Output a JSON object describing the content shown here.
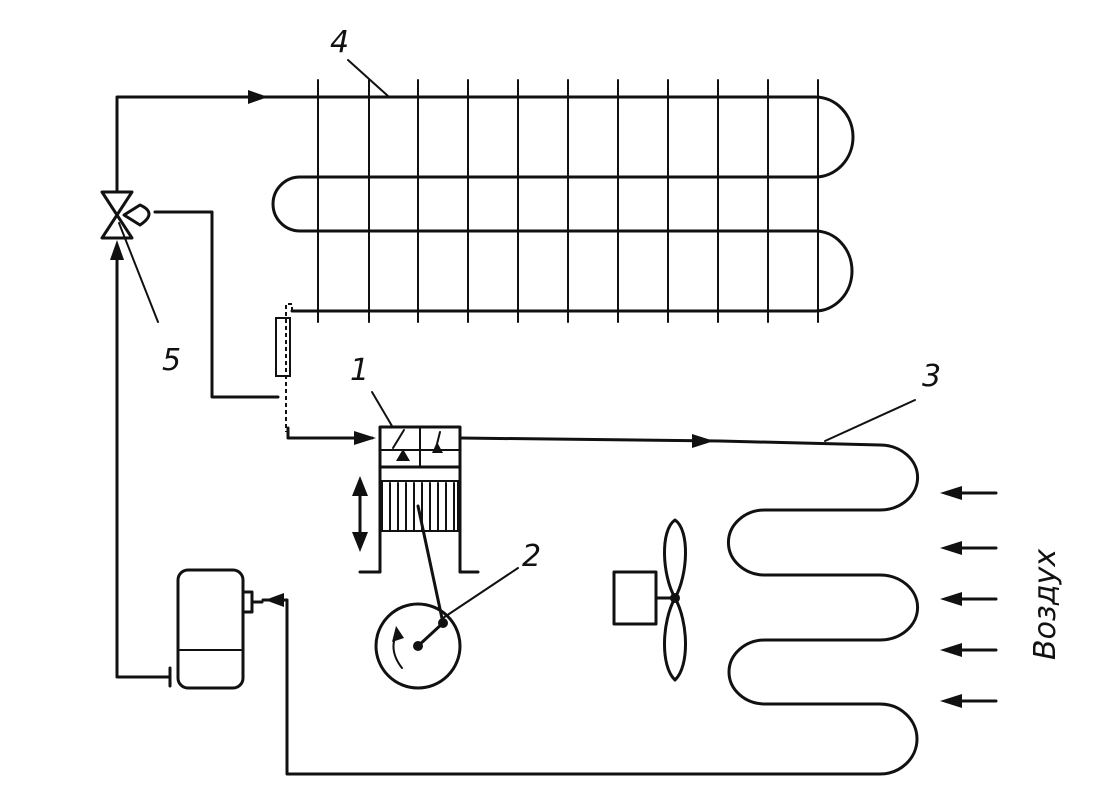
{
  "labels": {
    "compressor": "1",
    "crankshaft": "2",
    "condenser": "3",
    "evaporator": "4",
    "expansion_valve": "5"
  },
  "air_label": "Воздух",
  "colors": {
    "ink": "#111111",
    "paper": "#ffffff"
  }
}
